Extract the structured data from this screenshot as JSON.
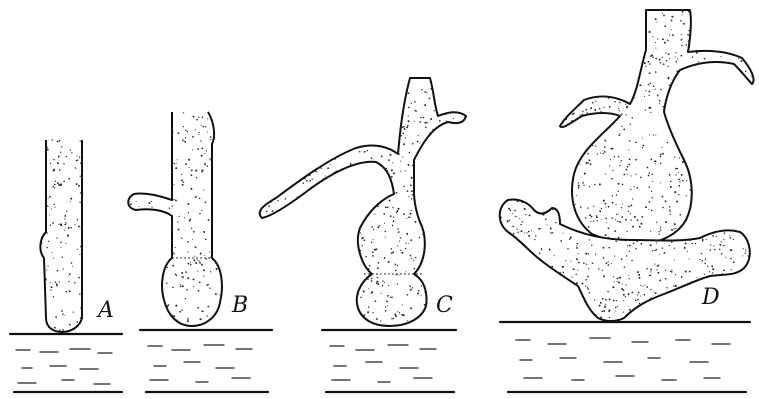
{
  "figure": {
    "panels": [
      {
        "id": "A",
        "label": "A"
      },
      {
        "id": "B",
        "label": "B"
      },
      {
        "id": "C",
        "label": "C"
      },
      {
        "id": "D",
        "label": "D"
      }
    ],
    "colors": {
      "ink": "#111111",
      "background": "#ffffff"
    }
  }
}
